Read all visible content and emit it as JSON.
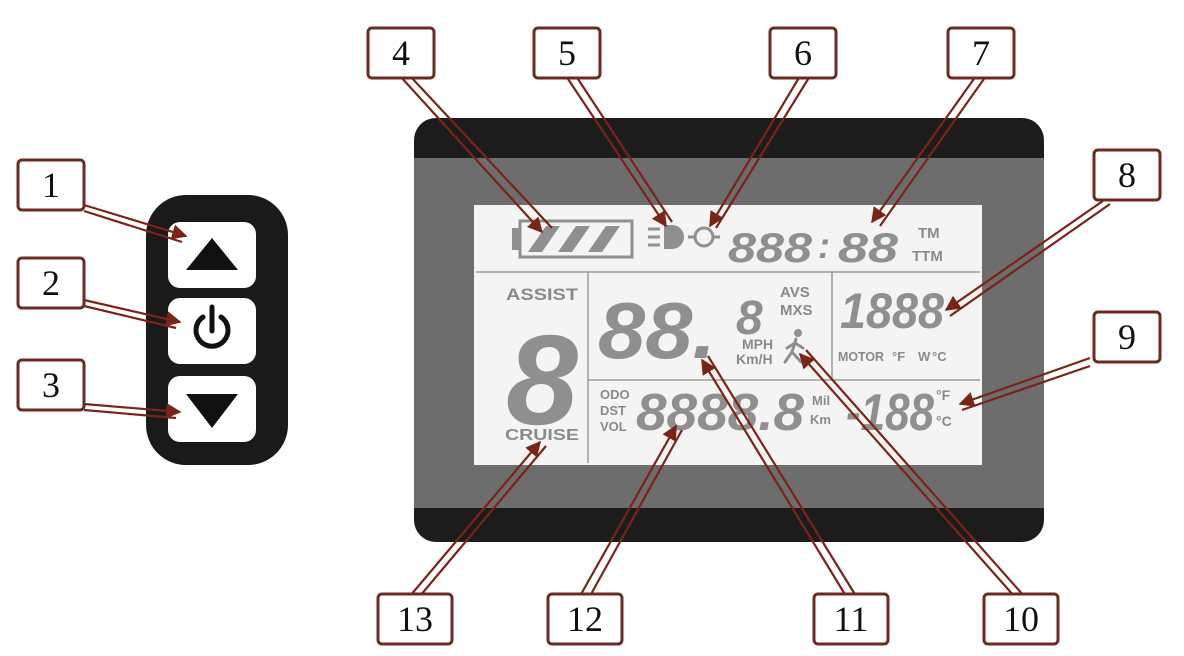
{
  "controller": {
    "buttons": [
      {
        "id": "up",
        "icon": "triangle-up-icon"
      },
      {
        "id": "power",
        "icon": "power-icon"
      },
      {
        "id": "down",
        "icon": "triangle-down-icon"
      }
    ]
  },
  "display": {
    "clock": {
      "hours": "888",
      "colon": ":",
      "minutes": "88",
      "tm": "TM",
      "ttm": "TTM"
    },
    "assist": {
      "label": "ASSIST",
      "digit": "8",
      "cruise": "CRUISE"
    },
    "speed": {
      "digits": "88.",
      "decimal": "8",
      "avs": "AVS",
      "mxs": "MXS",
      "mph": "MPH",
      "kmh": "Km/H"
    },
    "power": {
      "digits": "1888",
      "motor": "MOTOR",
      "f": "°F",
      "w": "W",
      "c": "°C"
    },
    "distance": {
      "odo": "ODO",
      "dst": "DST",
      "vol": "VOL",
      "digits": "8888.8",
      "mil": "Mil",
      "km": "Km"
    },
    "temp": {
      "digits": "-188",
      "f": "°F",
      "c": "°C"
    }
  },
  "callouts": [
    "1",
    "2",
    "3",
    "4",
    "5",
    "6",
    "7",
    "8",
    "9",
    "10",
    "11",
    "12",
    "13"
  ],
  "colors": {
    "bezel": "#1c1c1c",
    "lcd_bg": "#f4f4f4",
    "segment": "#8f8f8f",
    "frame": "#6d6d6d",
    "callout_border": "#6b2a22",
    "leader": "#7a2418"
  }
}
